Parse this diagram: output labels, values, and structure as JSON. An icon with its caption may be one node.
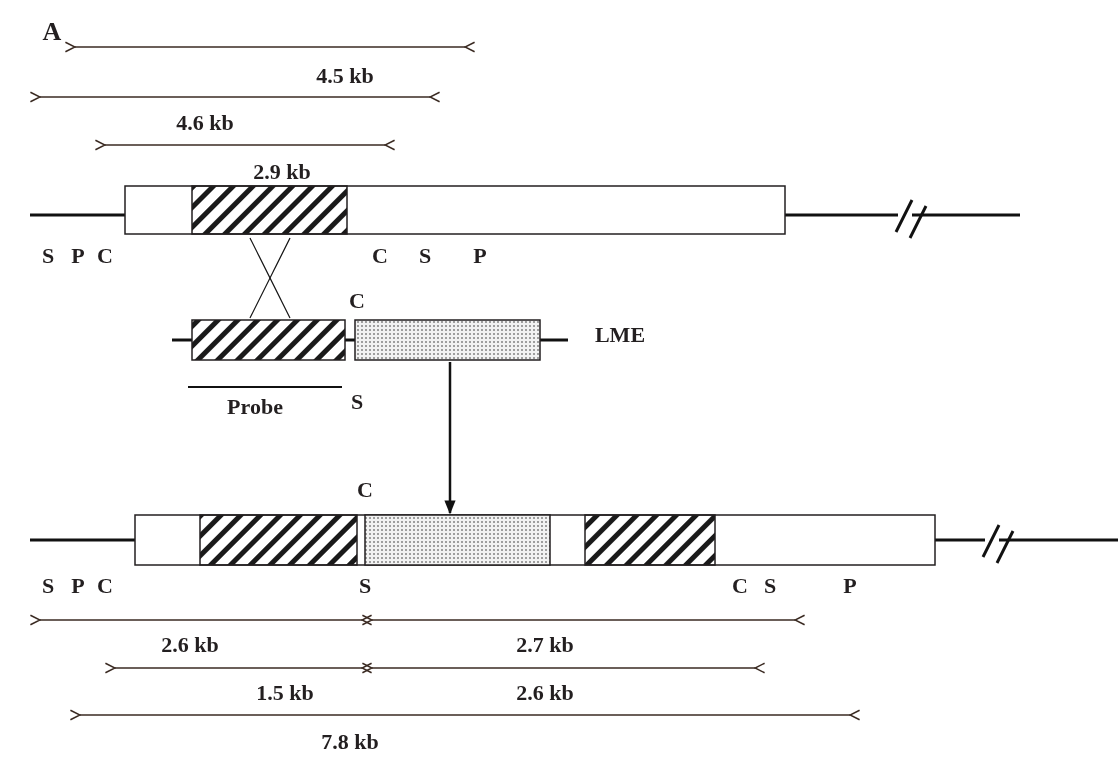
{
  "diagram": {
    "nodes": [
      {
        "text": [],
        "shape": "bar"
      },
      {
        "text": [],
        "shape": "bar",
        "beside": [
          "LME"
        ]
      },
      {
        "text": [],
        "shape": "bar"
      }
    ],
    "edges": [
      {
        "from": 0,
        "to": 1,
        "arrow": "none"
      },
      {
        "from": 0,
        "to": 1,
        "arrow": "none"
      },
      {
        "from": 1,
        "to": 2,
        "arrow": "to"
      }
    ],
    "labels": [
      "A",
      "4.5 kb",
      "4.6 kb",
      "2.9 kb",
      "S",
      "P",
      "C",
      "C",
      "S",
      "P",
      "C",
      "Probe",
      "S",
      "C",
      "S",
      "P",
      "C",
      "S",
      "C",
      "S",
      "P",
      "2.6 kb",
      "2.7 kb",
      "1.5 kb",
      "2.6 kb",
      "7.8 kb"
    ]
  }
}
